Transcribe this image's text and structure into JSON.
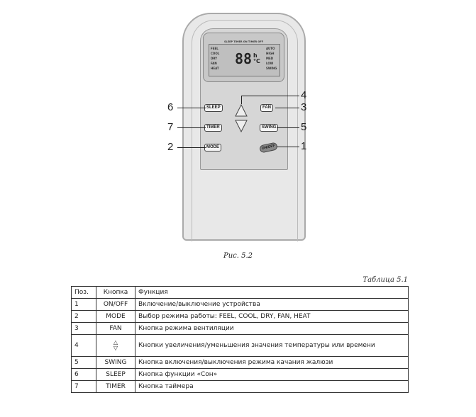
{
  "figure": {
    "lcd": {
      "top_labels": "SLEEP TIMER ON TIMER OFF",
      "left_modes": [
        "FEEL",
        "COOL",
        "DRY",
        "FAN",
        "HEAT"
      ],
      "right_modes": [
        "AUTO",
        "HIGH",
        "MED",
        "LOW",
        "SWING"
      ],
      "digits": "88",
      "units": "h °C"
    },
    "buttons": {
      "sleep": "SLEEP",
      "timer": "TIMER",
      "mode": "MODE",
      "fan": "FAN",
      "swing": "SWING",
      "onoff": "ON/OFF"
    },
    "callouts": {
      "sleep": "6",
      "timer": "7",
      "mode": "2",
      "updown": "4",
      "fan": "3",
      "swing": "5",
      "onoff": "1"
    },
    "caption": "Рис. 5.2"
  },
  "table": {
    "title": "Таблица 5.1",
    "headers": [
      "Поз.",
      "Кнопка",
      "Функция"
    ],
    "rows": [
      [
        "1",
        "ON/OFF",
        "Включение/выключение устройства"
      ],
      [
        "2",
        "MODE",
        "Выбор режима работы: FEEL, COOL, DRY, FAN, HEAT"
      ],
      [
        "3",
        "FAN",
        "Кнопка режима вентиляции"
      ],
      [
        "4",
        "△▽",
        "Кнопки увеличения/уменьшения значения температуры или времени"
      ],
      [
        "5",
        "SWING",
        "Кнопка включения/выключения режима качания жалюзи"
      ],
      [
        "6",
        "SLEEP",
        "Кнопка функции «Сон»"
      ],
      [
        "7",
        "TIMER",
        "Кнопка таймера"
      ]
    ]
  }
}
